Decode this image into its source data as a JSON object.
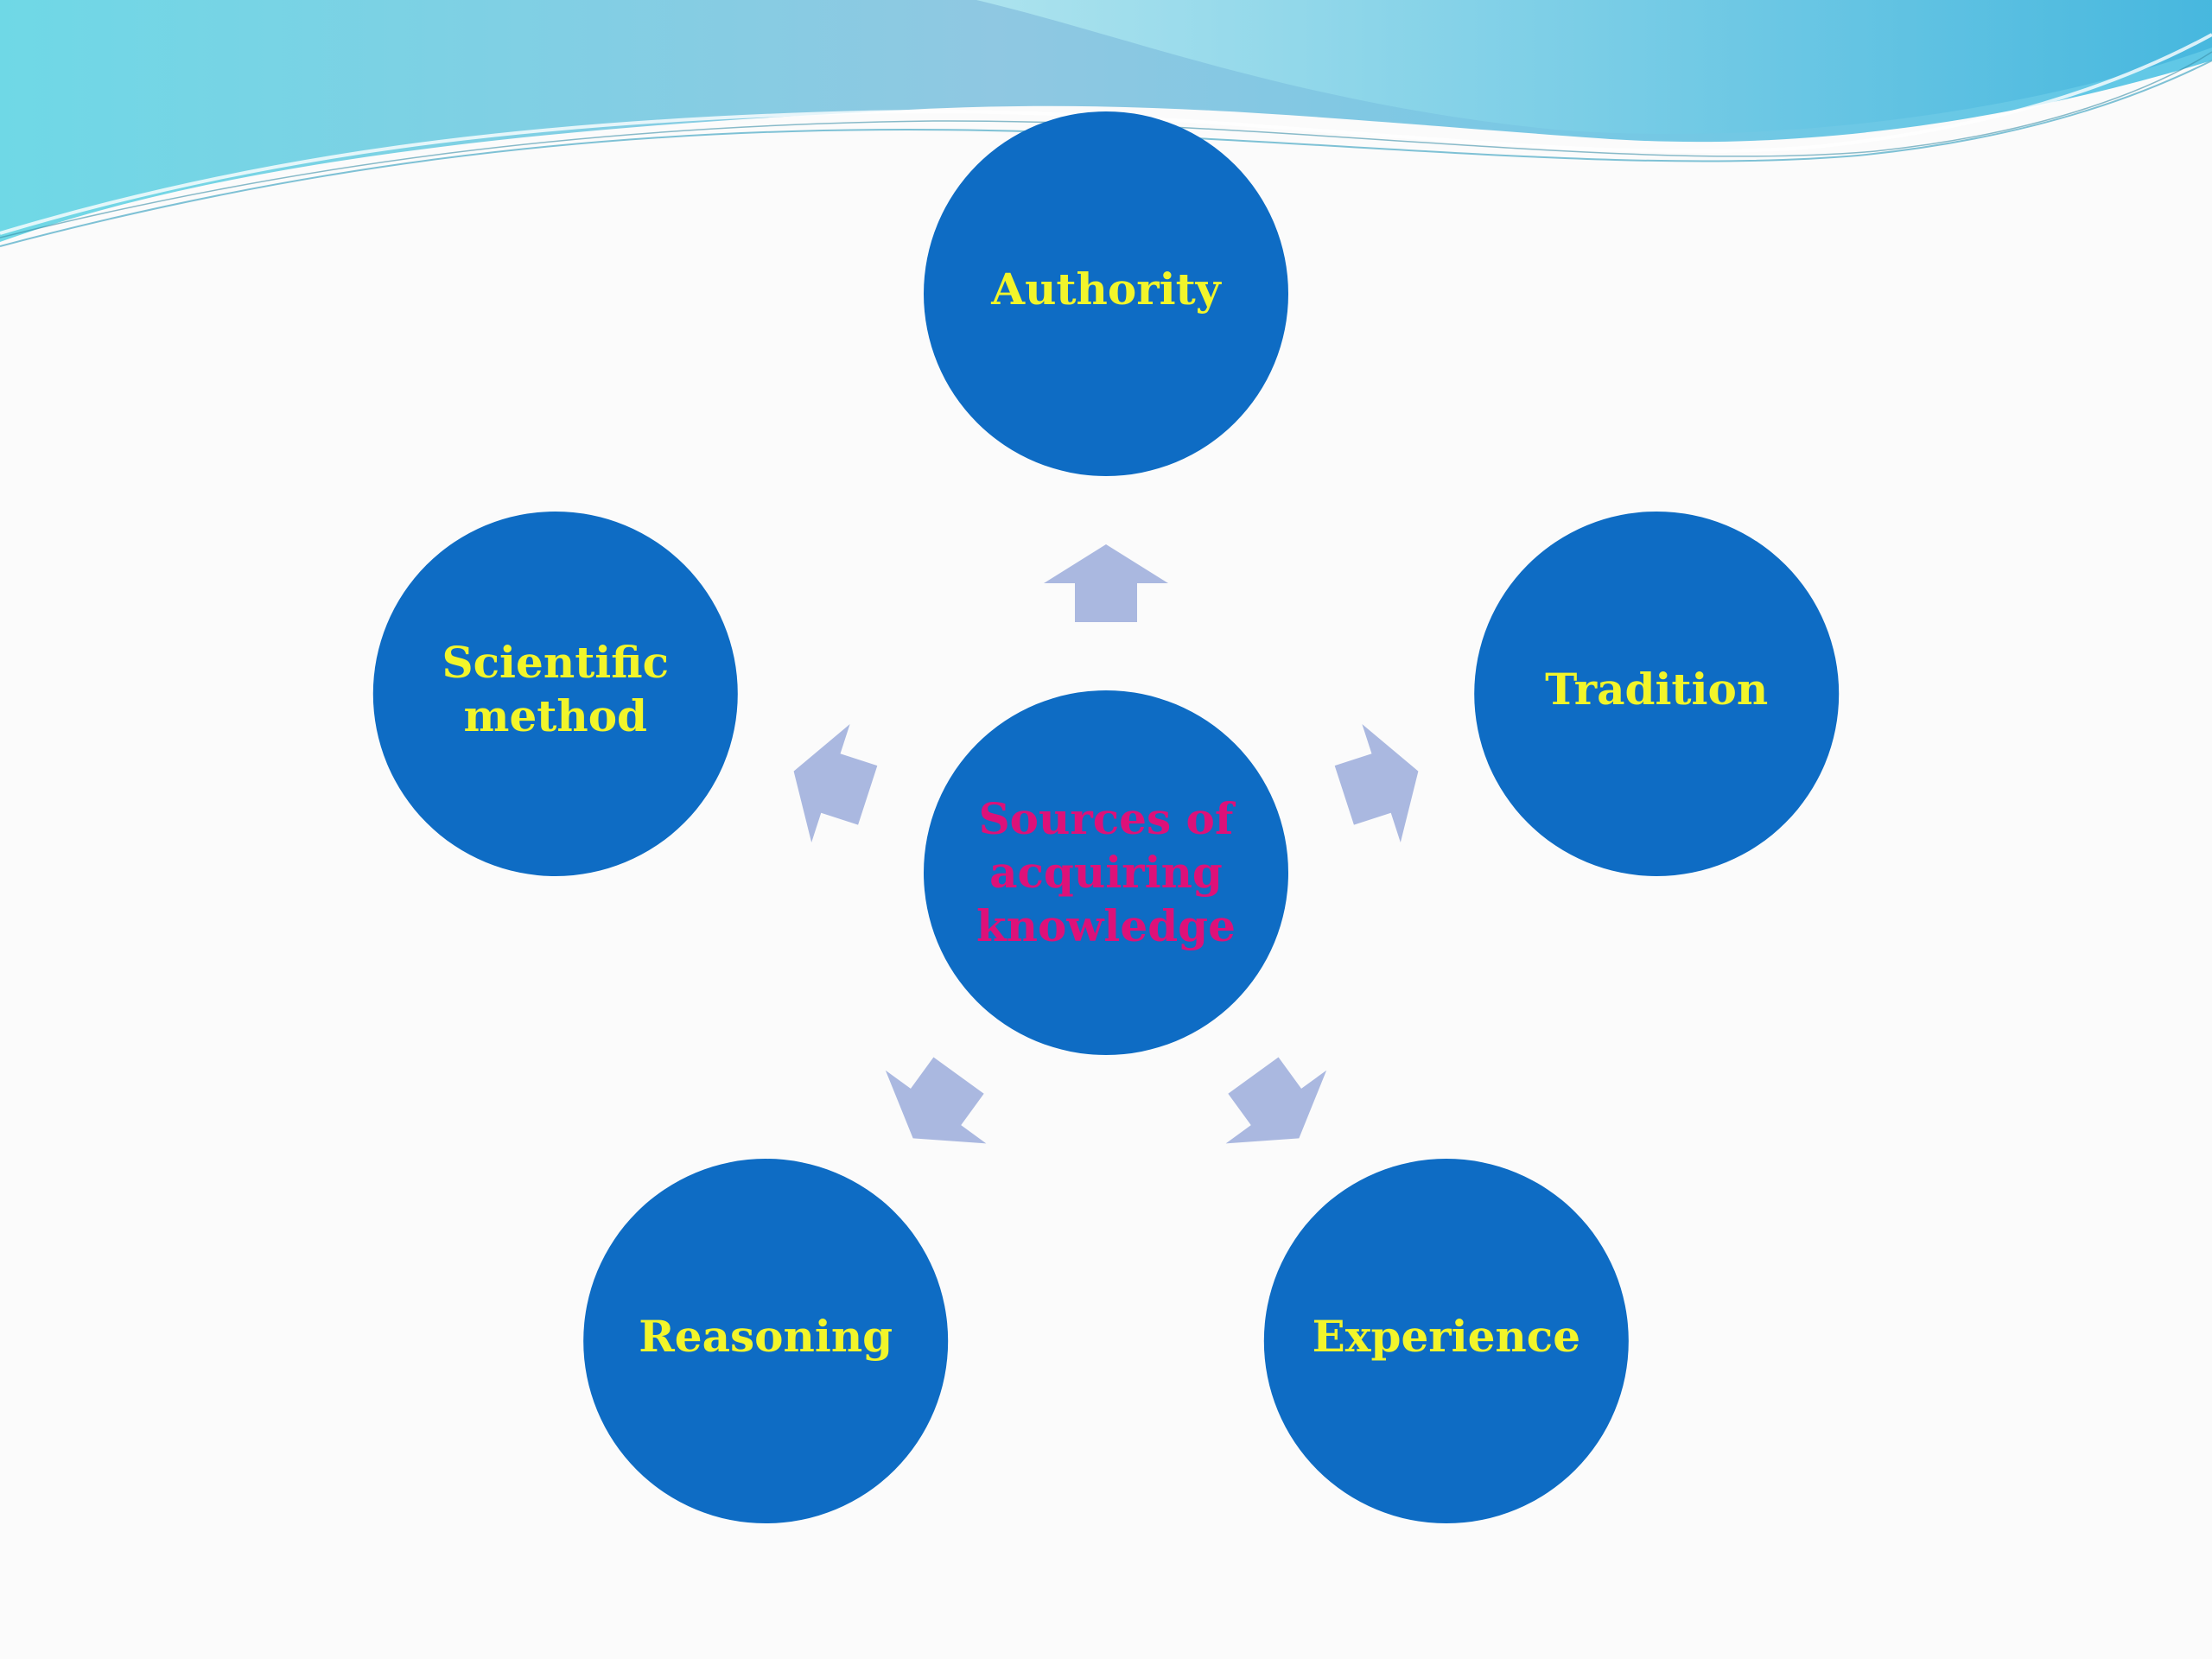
{
  "diagram": {
    "center": {
      "lines": [
        "Sources of",
        "acquiring",
        "knowledge"
      ]
    },
    "nodes": [
      {
        "id": "authority",
        "lines": [
          "Authority"
        ]
      },
      {
        "id": "tradition",
        "lines": [
          "Tradition"
        ]
      },
      {
        "id": "experience",
        "lines": [
          "Experience"
        ]
      },
      {
        "id": "reasoning",
        "lines": [
          "Reasoning"
        ]
      },
      {
        "id": "scientific-method",
        "lines": [
          "Scientific",
          "method"
        ]
      }
    ]
  },
  "colors": {
    "circle": "#0e6cc4",
    "node_text": "#f2f52a",
    "center_text": "#dd1179",
    "arrow": "#aab8e0",
    "wave_light": "#7fd9e8",
    "wave_dark": "#5ab6dc"
  }
}
